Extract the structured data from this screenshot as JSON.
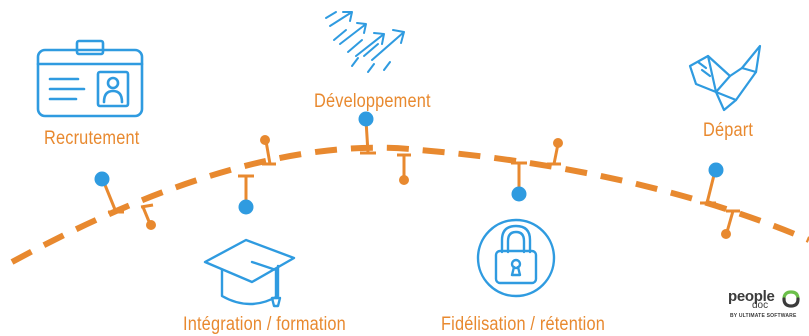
{
  "stages": {
    "recrutement": "Recrutement",
    "developpement": "Développement",
    "depart": "Départ",
    "integration": "Intégration / formation",
    "fidelisation": "Fidélisation / rétention"
  },
  "logo": {
    "main": "people",
    "sub": "doc",
    "tagline": "BY ULTIMATE SOFTWARE"
  },
  "colors": {
    "orange": "#e8892f",
    "blue": "#2f9be0"
  },
  "icons": [
    "id-card-icon",
    "arrows-icon",
    "paper-crane-icon",
    "graduation-cap-icon",
    "padlock-icon",
    "peopledoc-logo-icon"
  ]
}
